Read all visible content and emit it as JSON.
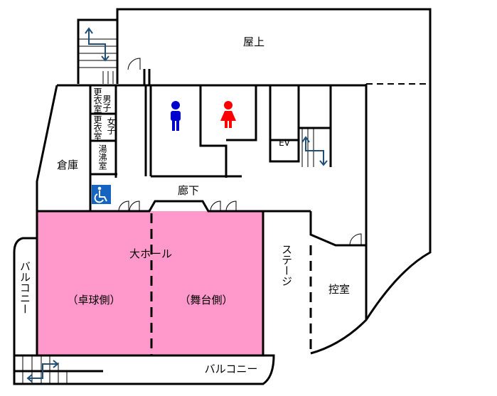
{
  "labels": {
    "rooftop": "屋上",
    "mens_locker_1": "男子",
    "mens_locker_2": "更衣室",
    "womens_locker_1": "女子",
    "womens_locker_2": "更衣室",
    "kitchenette": "湯沸室",
    "storage": "倉庫",
    "corridor": "廊下",
    "elevator": "EV",
    "main_hall": "大ホール",
    "table_tennis_side": "（卓球側）",
    "stage_side": "（舞台側）",
    "stage": "ステージ",
    "waiting_room": "控室",
    "balcony_left": "バルコニー",
    "balcony_bottom": "バルコニー"
  },
  "colors": {
    "hall": "#FF99CC",
    "male": "#0000CC",
    "female": "#FF0000",
    "accessible": "#1565C0",
    "arrow": "#1F4E79"
  }
}
